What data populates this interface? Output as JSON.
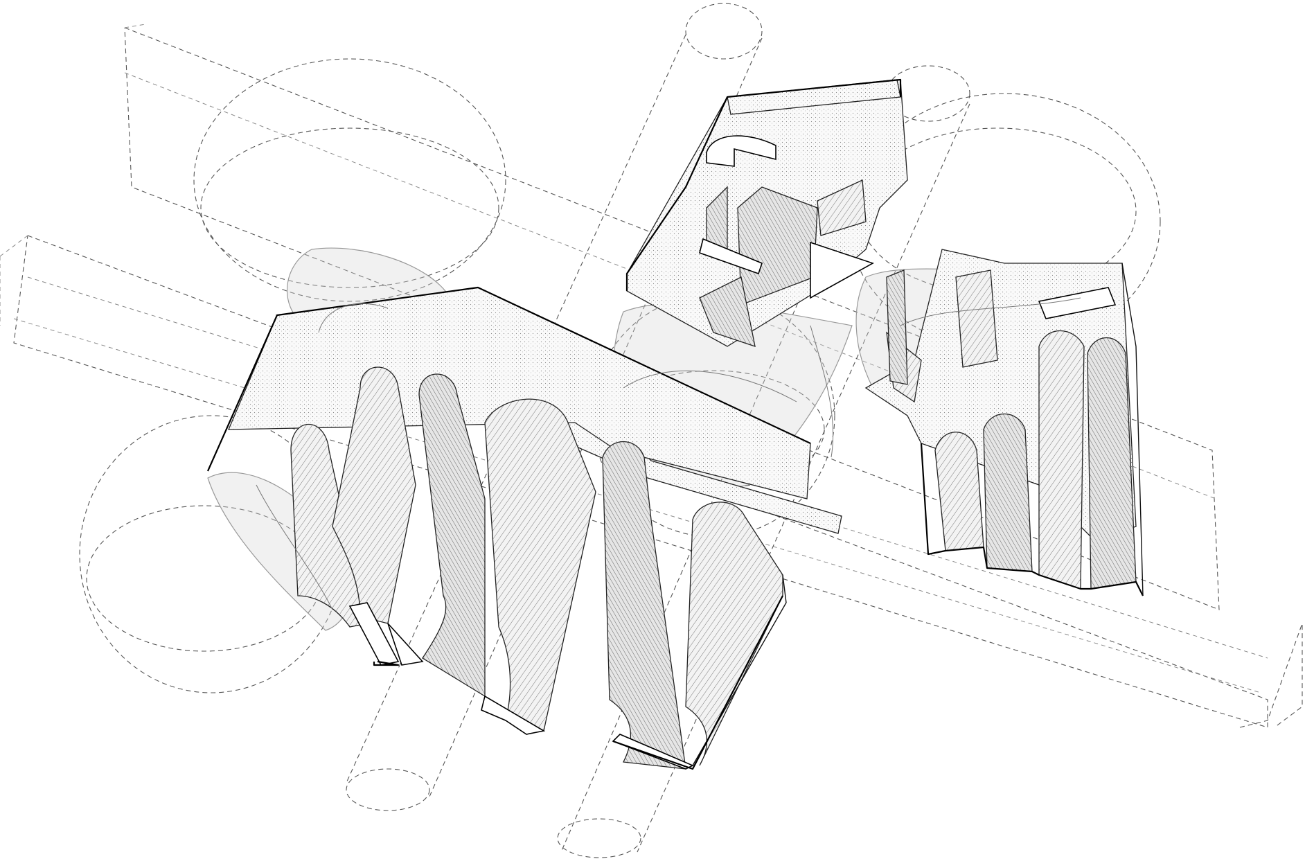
{
  "drawing": {
    "type": "axonometric-architectural-drawing",
    "style": "line-drawing, monochrome, dashed construction volumes, hatched solids",
    "colors": {
      "background": "#ffffff",
      "line": "#111111",
      "construction_line": "#555555",
      "translucent_shell": "#d7d7d7"
    },
    "elements": {
      "left_block": "hatched-solid-with-vaulted-bays",
      "right_block": "hatched-solid-with-vaulted-bays",
      "upper_block": "stippled-solid-with-cut-slots",
      "construction_volumes": "dashed-cylinders-ellipsoids-and-prisms",
      "intersection_shells": "translucent-curved-surfaces"
    }
  }
}
